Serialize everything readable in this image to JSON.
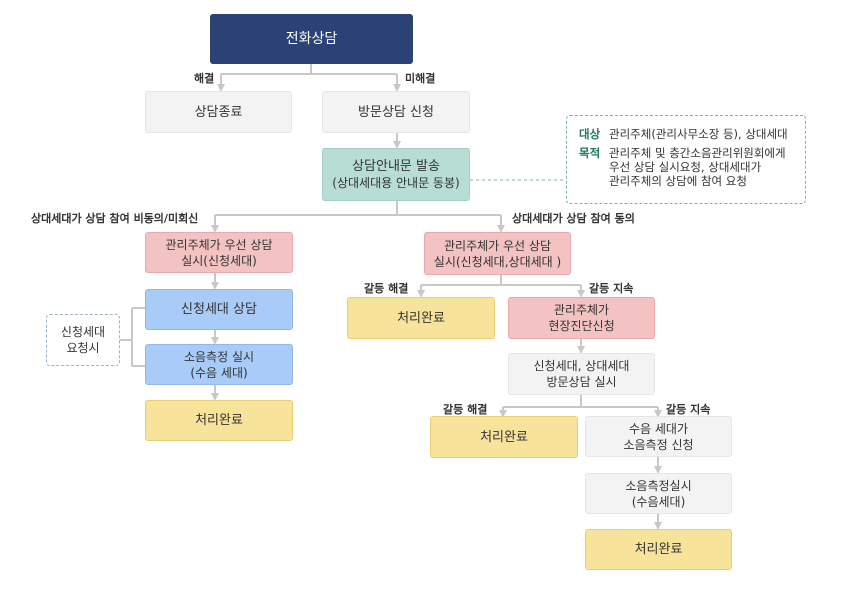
{
  "nodes": {
    "phone": "전화상담",
    "end_consult": "상담종료",
    "visit_request": "방문상담 신청",
    "notice_1": "상담안내문 발송",
    "notice_2": "(상대세대용 안내문 동봉)",
    "left_mgmt_1": "관리주체가 우선 상담",
    "left_mgmt_2": "실시(신청세대)",
    "left_consult": "신청세대 상담",
    "left_measure_1": "소음측정 실시",
    "left_measure_2": "(수음 세대)",
    "left_done": "처리완료",
    "right_mgmt_1": "관리주체가 우선 상담",
    "right_mgmt_2": "실시(신청세대,상대세대 )",
    "right_done_1": "처리완료",
    "diag_1": "관리주체가",
    "diag_2": "현장진단신청",
    "visit_both_1": "신청세대, 상대세대",
    "visit_both_2": "방문상담 실시",
    "right_done_2": "처리완료",
    "receiver_1": "수음 세대가",
    "receiver_2": "소음측정 신청",
    "measure2_1": "소음측정실시",
    "measure2_2": "(수음세대)",
    "final_done": "처리완료"
  },
  "labels": {
    "resolved": "해결",
    "unresolved": "미해결",
    "not_agree": "상대세대가 상담 참여 비동의/미회신",
    "agree": "상대세대가 상담 참여 동의",
    "conflict_resolved_1": "갈등 해결",
    "conflict_continue_1": "갈등 지속",
    "conflict_resolved_2": "갈등 해결",
    "conflict_continue_2": "갈등 지속"
  },
  "info": {
    "target_tag": "대상",
    "target_text": "관리주체(관리사무소장 등), 상대세대",
    "purpose_tag": "목적",
    "purpose_line1": "관리주체 및 층간소음관리위원회에게",
    "purpose_line2": "우선 상담 실시요청, 상대세대가",
    "purpose_line3": "관리주체의 상담에 참여 요청"
  },
  "side_note": {
    "line1": "신청세대",
    "line2": "요청시"
  },
  "colors": {
    "navy": "#2c4276",
    "gray": "#f3f3f3",
    "teal": "#b8ddd5",
    "pink": "#f3c2c2",
    "blue": "#a9cbf7",
    "yellow": "#f7e39a",
    "connector": "#c8c8c8",
    "info_tag": "#1f7a55"
  }
}
